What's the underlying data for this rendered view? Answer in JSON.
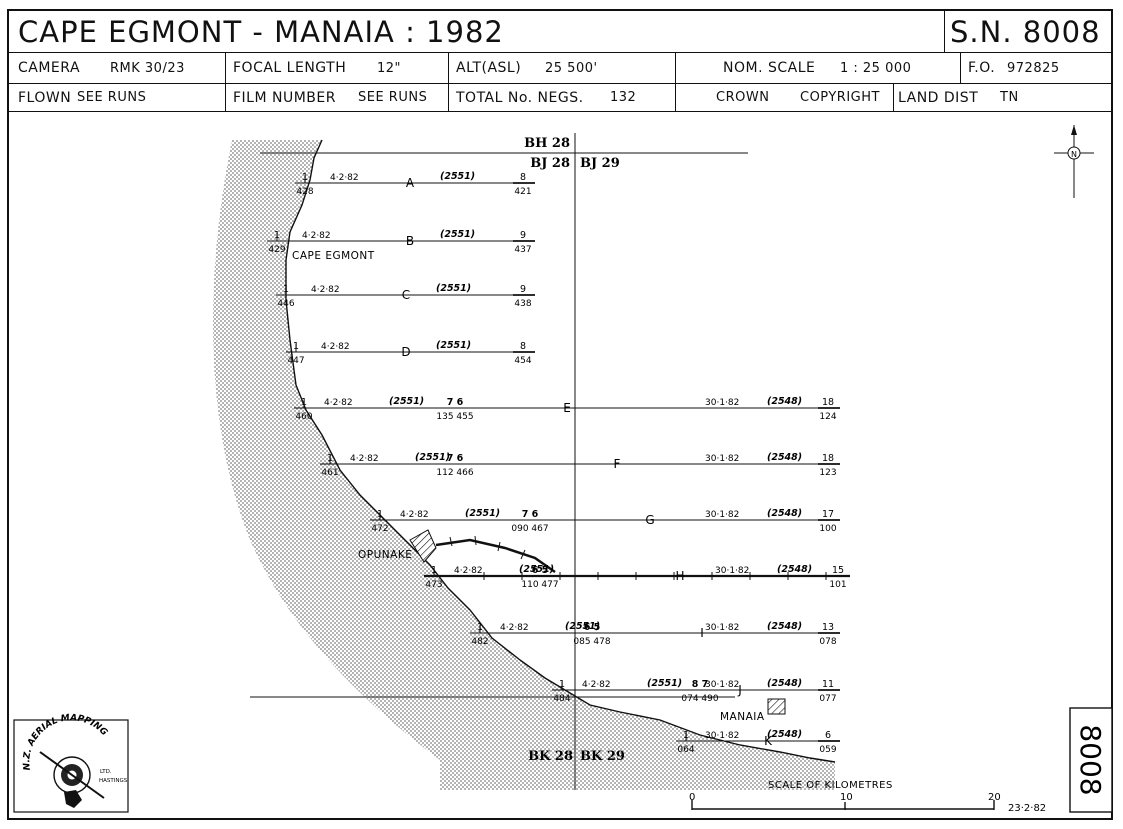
{
  "header": {
    "title": "CAPE  EGMONT  -  MANAIA  :  1982",
    "serial": "S.N. 8008",
    "row2": {
      "camera_label": "CAMERA",
      "camera_value": "RMK 30/23",
      "focal_label": "FOCAL LENGTH",
      "focal_value": "12\"",
      "alt_label": "ALT(ASL)",
      "alt_value": "25 500'",
      "scale_label": "NOM. SCALE",
      "scale_value": "1 : 25 000",
      "fo_label": "F.O.",
      "fo_value": "972825"
    },
    "row3": {
      "flown_label": "FLOWN",
      "flown_value": "SEE RUNS",
      "film_label": "FILM NUMBER",
      "film_value": "SEE RUNS",
      "negs_label": "TOTAL No. NEGS.",
      "negs_value": "132",
      "crown_a": "CROWN",
      "crown_b": "COPYRIGHT",
      "land_label": "LAND DIST",
      "land_value": "TN"
    }
  },
  "sheets": {
    "bh28": "BH 28",
    "bj28": "BJ 28",
    "bj29": "BJ 29",
    "bk28": "BK 28",
    "bk29": "BK 29"
  },
  "places": {
    "cape_egmont": "CAPE  EGMONT",
    "opunake": "OPUNAKE",
    "manaia": "MANAIA"
  },
  "north_symbol": "N",
  "runs": [
    {
      "id": "A",
      "date": "4·2·82",
      "film": "(2551)",
      "start_top": "1",
      "start_bot": "428",
      "end_top": "8",
      "end_bot": "421"
    },
    {
      "id": "B",
      "date": "4·2·82",
      "film": "(2551)",
      "start_top": "1",
      "start_bot": "429",
      "end_top": "9",
      "end_bot": "437"
    },
    {
      "id": "C",
      "date": "4·2·82",
      "film": "(2551)",
      "start_top": "1",
      "start_bot": "446",
      "end_top": "9",
      "end_bot": "438"
    },
    {
      "id": "D",
      "date": "4·2·82",
      "film": "(2551)",
      "start_top": "1",
      "start_bot": "447",
      "end_top": "8",
      "end_bot": "454"
    },
    {
      "id": "E",
      "date": "4·2·82",
      "film": "(2551)",
      "start_top": "1",
      "start_bot": "460",
      "mid_top": "7   6",
      "mid_bot": "135  455",
      "date2": "30·1·82",
      "film2": "(2548)",
      "end_top": "18",
      "end_bot": "124"
    },
    {
      "id": "F",
      "date": "4·2·82",
      "film": "(2551)",
      "start_top": "1",
      "start_bot": "461",
      "mid_top": "7   6",
      "mid_bot": "112  466",
      "date2": "30·1·82",
      "film2": "(2548)",
      "end_top": "18",
      "end_bot": "123"
    },
    {
      "id": "G",
      "date": "4·2·82",
      "film": "(2551)",
      "start_top": "1",
      "start_bot": "472",
      "mid_top": "7   6",
      "mid_bot": "090  467",
      "date2": "30·1·82",
      "film2": "(2548)",
      "end_top": "17",
      "end_bot": "100"
    },
    {
      "id": "H",
      "date": "4·2·82",
      "film": "(2551)",
      "start_top": "1",
      "start_bot": "473",
      "mid_top": "6   5",
      "mid_bot": "110  477",
      "date2": "30·1·82",
      "film2": "(2548)",
      "end_top": "15",
      "end_bot": "101"
    },
    {
      "id": "I",
      "date": "4·2·82",
      "film": "(2551)",
      "start_top": "1",
      "start_bot": "482",
      "mid_top": "6   5",
      "mid_bot": "085  478",
      "date2": "30·1·82",
      "film2": "(2548)",
      "end_top": "13",
      "end_bot": "078"
    },
    {
      "id": "J",
      "date": "4·2·82",
      "film": "(2551)",
      "start_top": "1",
      "start_bot": "484",
      "mid_top": "8   7",
      "mid_bot": "074  490",
      "date2": "30·1·82",
      "film2": "(2548)",
      "end_top": "11",
      "end_bot": "077"
    },
    {
      "id": "K",
      "date2": "30·1·82",
      "film2": "(2548)",
      "start_top": "1",
      "start_bot": "064",
      "end_top": "6",
      "end_bot": "059"
    }
  ],
  "scale_bar": {
    "title": "SCALE   OF   KILOMETRES",
    "t0": "0",
    "t10": "10",
    "t20": "20",
    "date": "23·2·82"
  },
  "logo": {
    "top_text": "N.Z. AERIAL MAPPING",
    "sub_text": "LTD.",
    "side_text": "HASTINGS"
  },
  "sheet_number_vertical": "8008"
}
